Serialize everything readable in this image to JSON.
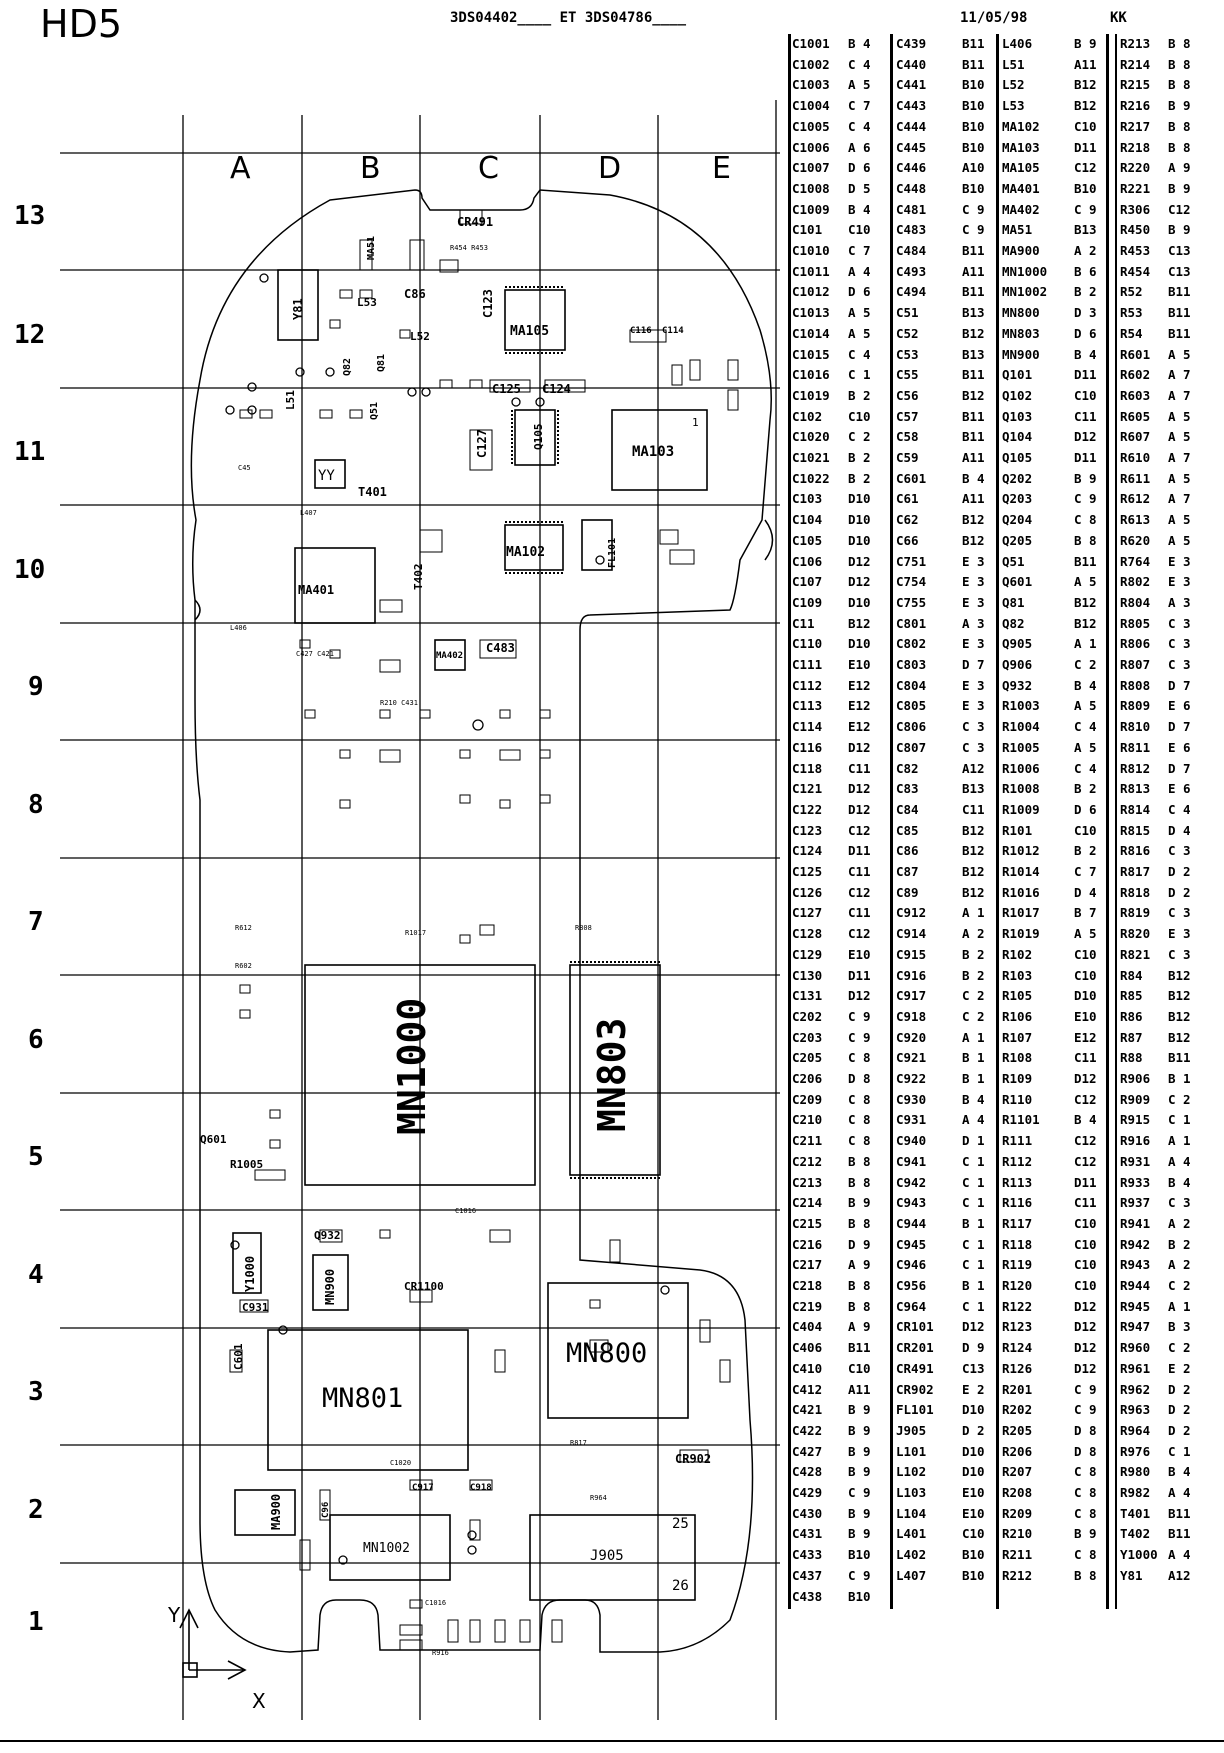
{
  "header": {
    "title": "HD5",
    "reference": "3DS04402____ ET 3DS04786____",
    "date": "11/05/98",
    "initials": "KK"
  },
  "grid": {
    "columns": [
      "A",
      "B",
      "C",
      "D",
      "E"
    ],
    "rows": [
      "13",
      "12",
      "11",
      "10",
      "9",
      "8",
      "7",
      "6",
      "5",
      "4",
      "3",
      "2",
      "1"
    ]
  },
  "board_labels": {
    "mn1000": "MN1000",
    "mn803": "MN803",
    "mn800": "MN800",
    "mn801": "MN801",
    "mn1002": "MN1002",
    "mn900": "MN900",
    "ma900": "MA900",
    "ma105": "MA105",
    "ma103": "MA103",
    "ma102": "MA102",
    "ma401": "MA401",
    "ma402": "MA402",
    "j905": "J905",
    "y1000": "Y1000",
    "y81": "Y81",
    "yy": "YY",
    "t401": "T401",
    "t402": "T402",
    "fl101": "FL101",
    "cr491": "CR491",
    "cr902": "CR902",
    "cr1100": "CR1100",
    "c483": "C483",
    "c86": "C86",
    "c123": "C123",
    "c125": "C125",
    "c124": "C124",
    "c127": "C127",
    "q105": "Q105",
    "q932": "Q932",
    "c931": "C931",
    "c601": "C601",
    "l53": "L53",
    "l52": "L52",
    "l51": "L51",
    "ma51": "MA51",
    "q81": "Q81",
    "q82": "Q82",
    "q51": "Q51",
    "q601": "Q601",
    "r1005": "R1005",
    "c116": "C116",
    "c114": "C114",
    "c917": "C917",
    "c918": "C918",
    "c96": "C96",
    "pin25": "25",
    "pin26": "26",
    "pin1": "1",
    "axis_x": "X",
    "axis_y": "Y"
  },
  "table": {
    "columns": [
      [
        [
          "C1001",
          "B 4"
        ],
        [
          "C1002",
          "C 4"
        ],
        [
          "C1003",
          "A 5"
        ],
        [
          "C1004",
          "C 7"
        ],
        [
          "C1005",
          "C 4"
        ],
        [
          "C1006",
          "A 6"
        ],
        [
          "C1007",
          "D 6"
        ],
        [
          "C1008",
          "D 5"
        ],
        [
          "C1009",
          "B 4"
        ],
        [
          "C101",
          "C10"
        ],
        [
          "C1010",
          "C 7"
        ],
        [
          "C1011",
          "A 4"
        ],
        [
          "C1012",
          "D 6"
        ],
        [
          "C1013",
          "A 5"
        ],
        [
          "C1014",
          "A 5"
        ],
        [
          "C1015",
          "C 4"
        ],
        [
          "C1016",
          "C 1"
        ],
        [
          "C1019",
          "B 2"
        ],
        [
          "C102",
          "C10"
        ],
        [
          "C1020",
          "C 2"
        ],
        [
          "C1021",
          "B 2"
        ],
        [
          "C1022",
          "B 2"
        ],
        [
          "C103",
          "D10"
        ],
        [
          "C104",
          "D10"
        ],
        [
          "C105",
          "D10"
        ],
        [
          "C106",
          "D12"
        ],
        [
          "C107",
          "D12"
        ],
        [
          "C109",
          "D10"
        ],
        [
          "C11",
          "B12"
        ],
        [
          "C110",
          "D10"
        ],
        [
          "C111",
          "E10"
        ],
        [
          "C112",
          "E12"
        ],
        [
          "C113",
          "E12"
        ],
        [
          "C114",
          "E12"
        ],
        [
          "C116",
          "D12"
        ],
        [
          "C118",
          "C11"
        ],
        [
          "C121",
          "D12"
        ],
        [
          "C122",
          "D12"
        ],
        [
          "C123",
          "C12"
        ],
        [
          "C124",
          "D11"
        ],
        [
          "C125",
          "C11"
        ],
        [
          "C126",
          "C12"
        ],
        [
          "C127",
          "C11"
        ],
        [
          "C128",
          "C12"
        ],
        [
          "C129",
          "E10"
        ],
        [
          "C130",
          "D11"
        ],
        [
          "C131",
          "D12"
        ],
        [
          "C202",
          "C 9"
        ],
        [
          "C203",
          "C 9"
        ],
        [
          "C205",
          "C 8"
        ],
        [
          "C206",
          "D 8"
        ],
        [
          "C209",
          "C 8"
        ],
        [
          "C210",
          "C 8"
        ],
        [
          "C211",
          "C 8"
        ],
        [
          "C212",
          "B 8"
        ],
        [
          "C213",
          "B 8"
        ],
        [
          "C214",
          "B 9"
        ],
        [
          "C215",
          "B 8"
        ],
        [
          "C216",
          "D 9"
        ],
        [
          "C217",
          "A 9"
        ],
        [
          "C218",
          "B 8"
        ],
        [
          "C219",
          "B 8"
        ],
        [
          "C404",
          "A 9"
        ],
        [
          "C406",
          "B11"
        ],
        [
          "C410",
          "C10"
        ],
        [
          "C412",
          "A11"
        ],
        [
          "C421",
          "B 9"
        ],
        [
          "C422",
          "B 9"
        ],
        [
          "C427",
          "B 9"
        ],
        [
          "C428",
          "B 9"
        ],
        [
          "C429",
          "C 9"
        ],
        [
          "C430",
          "B 9"
        ],
        [
          "C431",
          "B 9"
        ],
        [
          "C433",
          "B10"
        ],
        [
          "C437",
          "C 9"
        ],
        [
          "C438",
          "B10"
        ]
      ],
      [
        [
          "C439",
          "B11"
        ],
        [
          "C440",
          "B11"
        ],
        [
          "C441",
          "B10"
        ],
        [
          "C443",
          "B10"
        ],
        [
          "C444",
          "B10"
        ],
        [
          "C445",
          "B10"
        ],
        [
          "C446",
          "A10"
        ],
        [
          "C448",
          "B10"
        ],
        [
          "C481",
          "C 9"
        ],
        [
          "C483",
          "C 9"
        ],
        [
          "C484",
          "B11"
        ],
        [
          "C493",
          "A11"
        ],
        [
          "C494",
          "B11"
        ],
        [
          "C51",
          "B13"
        ],
        [
          "C52",
          "B12"
        ],
        [
          "C53",
          "B13"
        ],
        [
          "C55",
          "B11"
        ],
        [
          "C56",
          "B12"
        ],
        [
          "C57",
          "B11"
        ],
        [
          "C58",
          "B11"
        ],
        [
          "C59",
          "A11"
        ],
        [
          "C601",
          "B 4"
        ],
        [
          "C61",
          "A11"
        ],
        [
          "C62",
          "B12"
        ],
        [
          "C66",
          "B12"
        ],
        [
          "C751",
          "E 3"
        ],
        [
          "C754",
          "E 3"
        ],
        [
          "C755",
          "E 3"
        ],
        [
          "C801",
          "A 3"
        ],
        [
          "C802",
          "E 3"
        ],
        [
          "C803",
          "D 7"
        ],
        [
          "C804",
          "E 3"
        ],
        [
          "C805",
          "E 3"
        ],
        [
          "C806",
          "C 3"
        ],
        [
          "C807",
          "C 3"
        ],
        [
          "C82",
          "A12"
        ],
        [
          "C83",
          "B13"
        ],
        [
          "C84",
          "C11"
        ],
        [
          "C85",
          "B12"
        ],
        [
          "C86",
          "B12"
        ],
        [
          "C87",
          "B12"
        ],
        [
          "C89",
          "B12"
        ],
        [
          "C912",
          "A 1"
        ],
        [
          "C914",
          "A 2"
        ],
        [
          "C915",
          "B 2"
        ],
        [
          "C916",
          "B 2"
        ],
        [
          "C917",
          "C 2"
        ],
        [
          "C918",
          "C 2"
        ],
        [
          "C920",
          "A 1"
        ],
        [
          "C921",
          "B 1"
        ],
        [
          "C922",
          "B 1"
        ],
        [
          "C930",
          "B 4"
        ],
        [
          "C931",
          "A 4"
        ],
        [
          "C940",
          "D 1"
        ],
        [
          "C941",
          "C 1"
        ],
        [
          "C942",
          "C 1"
        ],
        [
          "C943",
          "C 1"
        ],
        [
          "C944",
          "B 1"
        ],
        [
          "C945",
          "C 1"
        ],
        [
          "C946",
          "C 1"
        ],
        [
          "C956",
          "B 1"
        ],
        [
          "C964",
          "C 1"
        ],
        [
          "CR101",
          "D12"
        ],
        [
          "CR201",
          "D 9"
        ],
        [
          "CR491",
          "C13"
        ],
        [
          "CR902",
          "E 2"
        ],
        [
          "FL101",
          "D10"
        ],
        [
          "J905",
          "D 2"
        ],
        [
          "L101",
          "D10"
        ],
        [
          "L102",
          "D10"
        ],
        [
          "L103",
          "E10"
        ],
        [
          "L104",
          "E10"
        ],
        [
          "L401",
          "C10"
        ],
        [
          "L402",
          "B10"
        ],
        [
          "L407",
          "B10"
        ]
      ],
      [
        [
          "L406",
          "B 9"
        ],
        [
          "L51",
          "A11"
        ],
        [
          "L52",
          "B12"
        ],
        [
          "L53",
          "B12"
        ],
        [
          "MA102",
          "C10"
        ],
        [
          "MA103",
          "D11"
        ],
        [
          "MA105",
          "C12"
        ],
        [
          "MA401",
          "B10"
        ],
        [
          "MA402",
          "C 9"
        ],
        [
          "MA51",
          "B13"
        ],
        [
          "MA900",
          "A 2"
        ],
        [
          "MN1000",
          "B 6"
        ],
        [
          "MN1002",
          "B 2"
        ],
        [
          "MN800",
          "D 3"
        ],
        [
          "MN803",
          "D 6"
        ],
        [
          "MN900",
          "B 4"
        ],
        [
          "Q101",
          "D11"
        ],
        [
          "Q102",
          "C10"
        ],
        [
          "Q103",
          "C11"
        ],
        [
          "Q104",
          "D12"
        ],
        [
          "Q105",
          "D11"
        ],
        [
          "Q202",
          "B 9"
        ],
        [
          "Q203",
          "C 9"
        ],
        [
          "Q204",
          "C 8"
        ],
        [
          "Q205",
          "B 8"
        ],
        [
          "Q51",
          "B11"
        ],
        [
          "Q601",
          "A 5"
        ],
        [
          "Q81",
          "B12"
        ],
        [
          "Q82",
          "B12"
        ],
        [
          "Q905",
          "A 1"
        ],
        [
          "Q906",
          "C 2"
        ],
        [
          "Q932",
          "B 4"
        ],
        [
          "R1003",
          "A 5"
        ],
        [
          "R1004",
          "C 4"
        ],
        [
          "R1005",
          "A 5"
        ],
        [
          "R1006",
          "C 4"
        ],
        [
          "R1008",
          "B 2"
        ],
        [
          "R1009",
          "D 6"
        ],
        [
          "R101",
          "C10"
        ],
        [
          "R1012",
          "B 2"
        ],
        [
          "R1014",
          "C 7"
        ],
        [
          "R1016",
          "D 4"
        ],
        [
          "R1017",
          "B 7"
        ],
        [
          "R1019",
          "A 5"
        ],
        [
          "R102",
          "C10"
        ],
        [
          "R103",
          "C10"
        ],
        [
          "R105",
          "D10"
        ],
        [
          "R106",
          "E10"
        ],
        [
          "R107",
          "E12"
        ],
        [
          "R108",
          "C11"
        ],
        [
          "R109",
          "D12"
        ],
        [
          "R110",
          "C12"
        ],
        [
          "R1101",
          "B 4"
        ],
        [
          "R111",
          "C12"
        ],
        [
          "R112",
          "C12"
        ],
        [
          "R113",
          "D11"
        ],
        [
          "R116",
          "C11"
        ],
        [
          "R117",
          "C10"
        ],
        [
          "R118",
          "C10"
        ],
        [
          "R119",
          "C10"
        ],
        [
          "R120",
          "C10"
        ],
        [
          "R122",
          "D12"
        ],
        [
          "R123",
          "D12"
        ],
        [
          "R124",
          "D12"
        ],
        [
          "R126",
          "D12"
        ],
        [
          "R201",
          "C 9"
        ],
        [
          "R202",
          "C 9"
        ],
        [
          "R205",
          "D 8"
        ],
        [
          "R206",
          "D 8"
        ],
        [
          "R207",
          "C 8"
        ],
        [
          "R208",
          "C 8"
        ],
        [
          "R209",
          "C 8"
        ],
        [
          "R210",
          "B 9"
        ],
        [
          "R211",
          "C 8"
        ],
        [
          "R212",
          "B 8"
        ]
      ],
      [
        [
          "R213",
          "B 8"
        ],
        [
          "R214",
          "B 8"
        ],
        [
          "R215",
          "B 8"
        ],
        [
          "R216",
          "B 9"
        ],
        [
          "R217",
          "B 8"
        ],
        [
          "R218",
          "B 8"
        ],
        [
          "R220",
          "A 9"
        ],
        [
          "R221",
          "B 9"
        ],
        [
          "R306",
          "C12"
        ],
        [
          "R450",
          "B 9"
        ],
        [
          "R453",
          "C13"
        ],
        [
          "R454",
          "C13"
        ],
        [
          "R52",
          "B11"
        ],
        [
          "R53",
          "B11"
        ],
        [
          "R54",
          "B11"
        ],
        [
          "R601",
          "A 5"
        ],
        [
          "R602",
          "A 7"
        ],
        [
          "R603",
          "A 7"
        ],
        [
          "R605",
          "A 5"
        ],
        [
          "R607",
          "A 5"
        ],
        [
          "R610",
          "A 7"
        ],
        [
          "R611",
          "A 5"
        ],
        [
          "R612",
          "A 7"
        ],
        [
          "R613",
          "A 5"
        ],
        [
          "R620",
          "A 5"
        ],
        [
          "R764",
          "E 3"
        ],
        [
          "R802",
          "E 3"
        ],
        [
          "R804",
          "A 3"
        ],
        [
          "R805",
          "C 3"
        ],
        [
          "R806",
          "C 3"
        ],
        [
          "R807",
          "C 3"
        ],
        [
          "R808",
          "D 7"
        ],
        [
          "R809",
          "E 6"
        ],
        [
          "R810",
          "D 7"
        ],
        [
          "R811",
          "E 6"
        ],
        [
          "R812",
          "D 7"
        ],
        [
          "R813",
          "E 6"
        ],
        [
          "R814",
          "C 4"
        ],
        [
          "R815",
          "D 4"
        ],
        [
          "R816",
          "C 3"
        ],
        [
          "R817",
          "D 2"
        ],
        [
          "R818",
          "D 2"
        ],
        [
          "R819",
          "C 3"
        ],
        [
          "R820",
          "E 3"
        ],
        [
          "R821",
          "C 3"
        ],
        [
          "R84",
          "B12"
        ],
        [
          "R85",
          "B12"
        ],
        [
          "R86",
          "B12"
        ],
        [
          "R87",
          "B12"
        ],
        [
          "R88",
          "B11"
        ],
        [
          "R906",
          "B 1"
        ],
        [
          "R909",
          "C 2"
        ],
        [
          "R915",
          "C 1"
        ],
        [
          "R916",
          "A 1"
        ],
        [
          "R931",
          "A 4"
        ],
        [
          "R933",
          "B 4"
        ],
        [
          "R937",
          "C 3"
        ],
        [
          "R941",
          "A 2"
        ],
        [
          "R942",
          "B 2"
        ],
        [
          "R943",
          "A 2"
        ],
        [
          "R944",
          "C 2"
        ],
        [
          "R945",
          "A 1"
        ],
        [
          "R947",
          "B 3"
        ],
        [
          "R960",
          "C 2"
        ],
        [
          "R961",
          "E 2"
        ],
        [
          "R962",
          "D 2"
        ],
        [
          "R963",
          "D 2"
        ],
        [
          "R964",
          "D 2"
        ],
        [
          "R976",
          "C 1"
        ],
        [
          "R980",
          "B 4"
        ],
        [
          "R982",
          "A 4"
        ],
        [
          "T401",
          "B11"
        ],
        [
          "T402",
          "B11"
        ],
        [
          "Y1000",
          "A 4"
        ],
        [
          "Y81",
          "A12"
        ]
      ]
    ]
  }
}
